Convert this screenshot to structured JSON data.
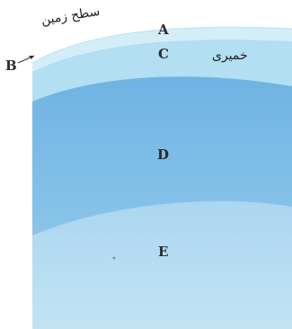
{
  "labels": {
    "A": "A",
    "B": "B",
    "C": "C",
    "D": "D",
    "E": "E"
  },
  "annotations": {
    "surface": "سطح زمین",
    "plastic": "خمیری"
  },
  "colors": {
    "layer_top": "#d4eef8",
    "layer_c": "#b2dff1",
    "layer_d": "#7fbee7",
    "layer_e": "#b7dcf1",
    "arrow": "#333333"
  }
}
